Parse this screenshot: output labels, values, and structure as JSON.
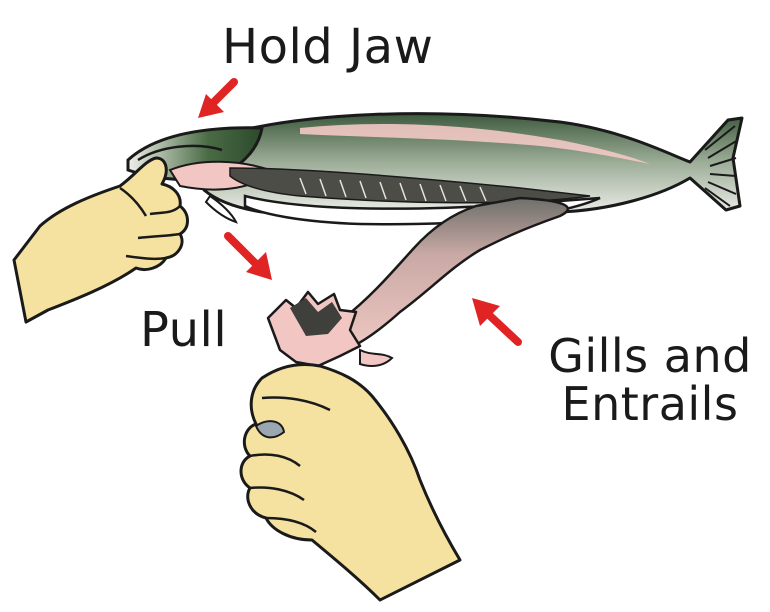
{
  "labels": {
    "hold_jaw": "Hold Jaw",
    "pull": "Pull",
    "gills_line1": "Gills and",
    "gills_line2": "Entrails"
  },
  "colors": {
    "arrow": "#e02424",
    "skin": "#f5e2a0",
    "fish_back": "#8fa08a",
    "fish_belly": "#f1f1ee",
    "gill_pink": "#f2c6c2",
    "outline": "#1a1a1a"
  }
}
